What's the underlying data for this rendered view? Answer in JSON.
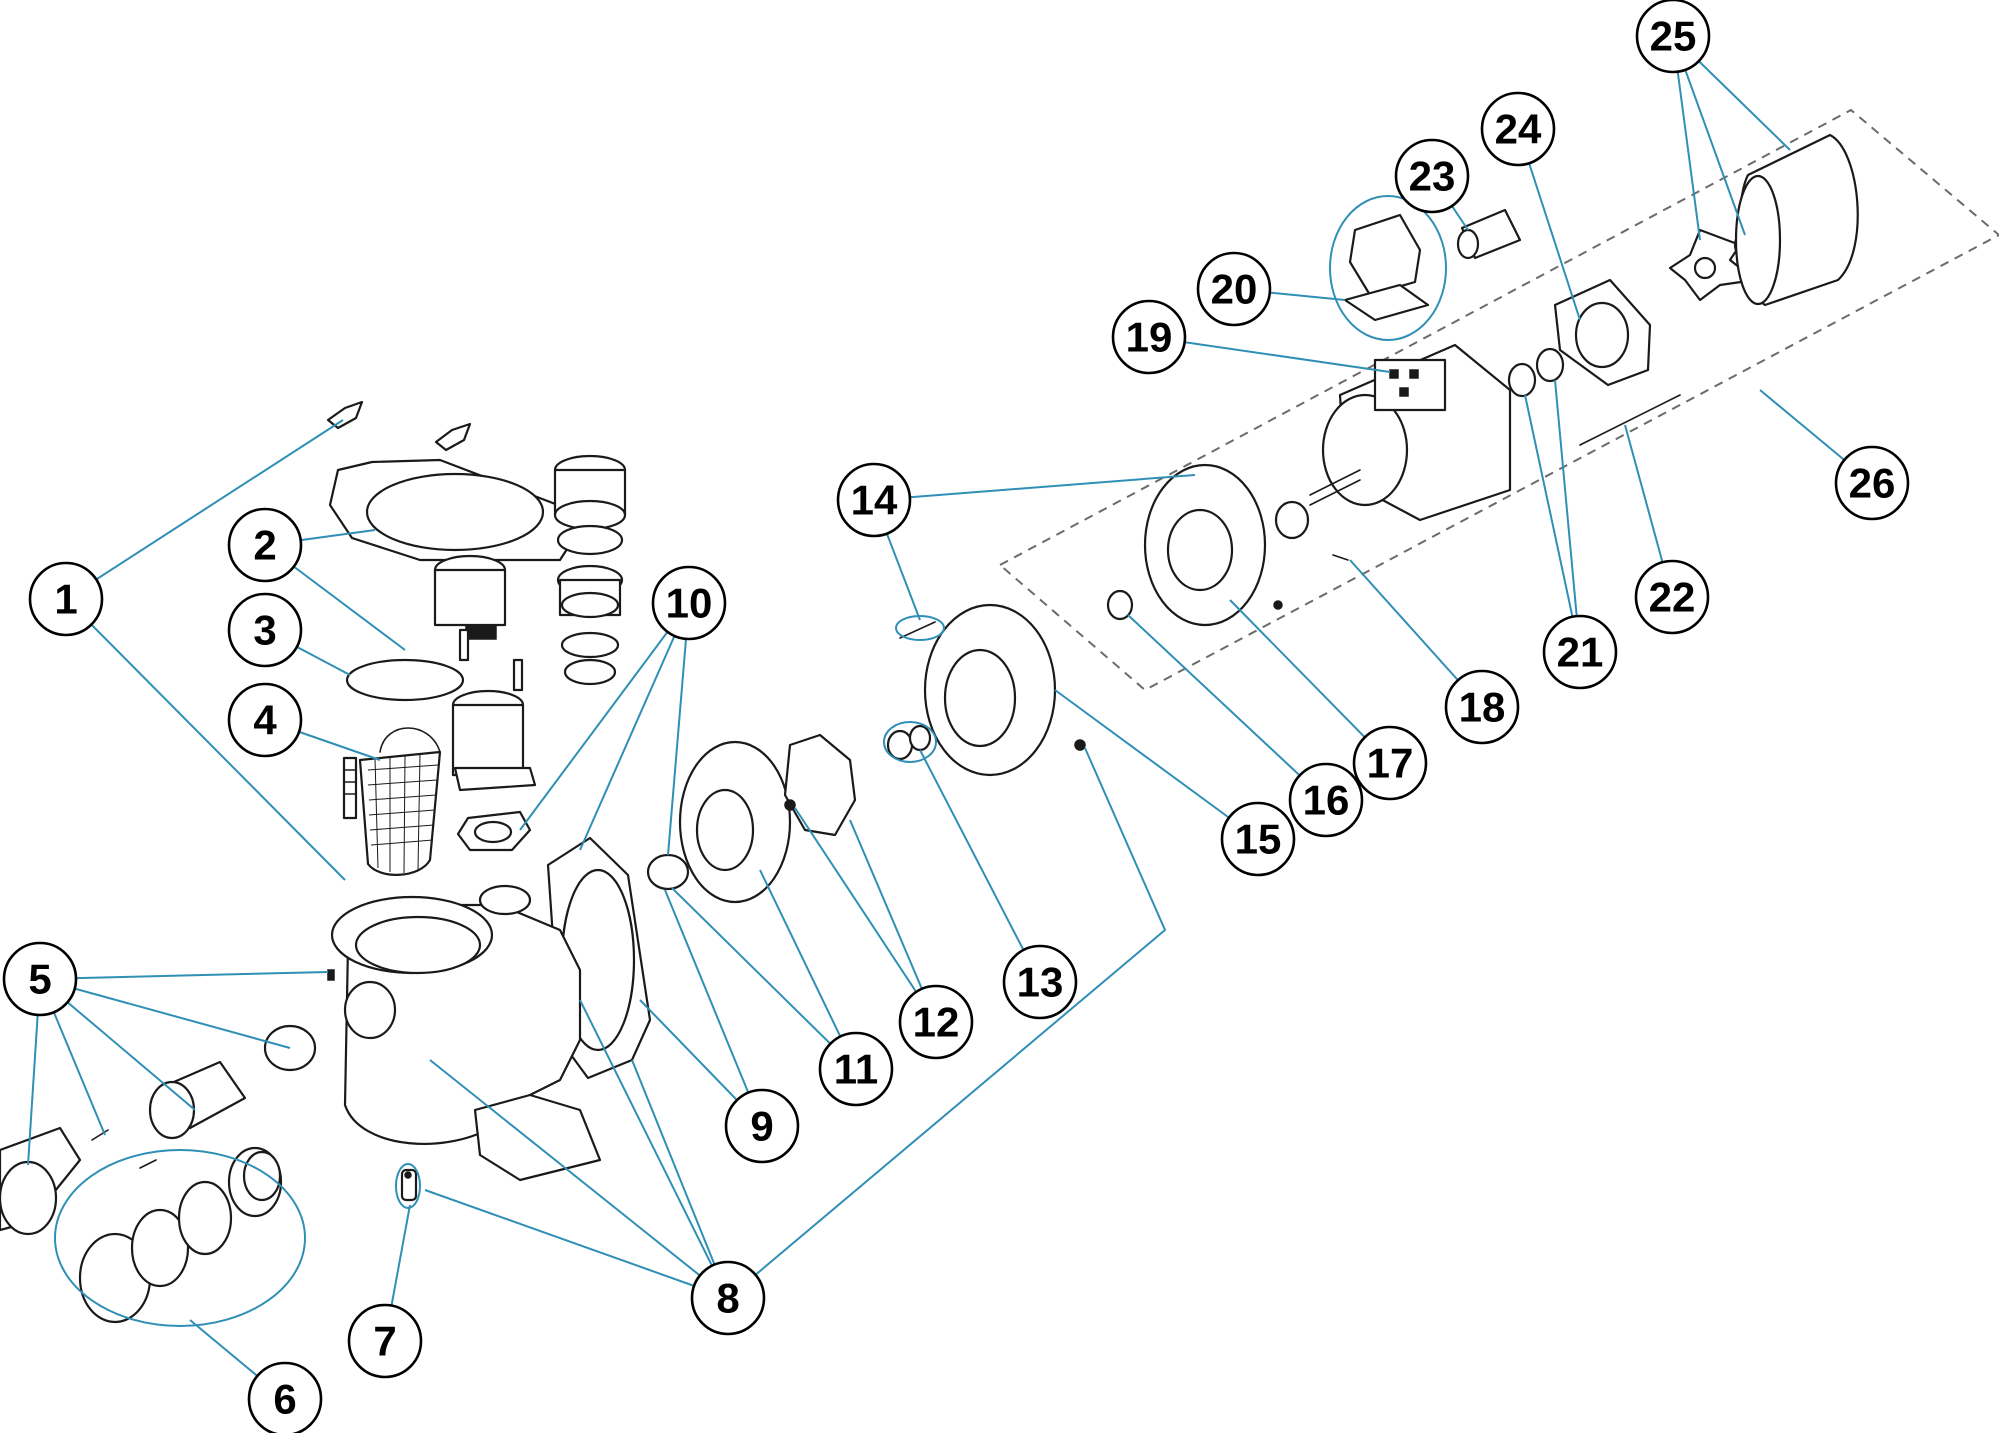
{
  "colors": {
    "leader": "#2f8fb5",
    "outline": "#1a1a1a",
    "dashed_boundary": "#6b6b6b",
    "callout_border": "#000000",
    "background": "#ffffff"
  },
  "callouts": [
    {
      "id": "1",
      "label": "1"
    },
    {
      "id": "2",
      "label": "2"
    },
    {
      "id": "3",
      "label": "3"
    },
    {
      "id": "4",
      "label": "4"
    },
    {
      "id": "5",
      "label": "5"
    },
    {
      "id": "6",
      "label": "6"
    },
    {
      "id": "7",
      "label": "7"
    },
    {
      "id": "8",
      "label": "8"
    },
    {
      "id": "9",
      "label": "9"
    },
    {
      "id": "10",
      "label": "10"
    },
    {
      "id": "11",
      "label": "11"
    },
    {
      "id": "12",
      "label": "12"
    },
    {
      "id": "13",
      "label": "13"
    },
    {
      "id": "14",
      "label": "14"
    },
    {
      "id": "15",
      "label": "15"
    },
    {
      "id": "16",
      "label": "16"
    },
    {
      "id": "17",
      "label": "17"
    },
    {
      "id": "18",
      "label": "18"
    },
    {
      "id": "19",
      "label": "19"
    },
    {
      "id": "20",
      "label": "20"
    },
    {
      "id": "21",
      "label": "21"
    },
    {
      "id": "22",
      "label": "22"
    },
    {
      "id": "23",
      "label": "23"
    },
    {
      "id": "24",
      "label": "24"
    },
    {
      "id": "25",
      "label": "25"
    },
    {
      "id": "26",
      "label": "26"
    }
  ]
}
